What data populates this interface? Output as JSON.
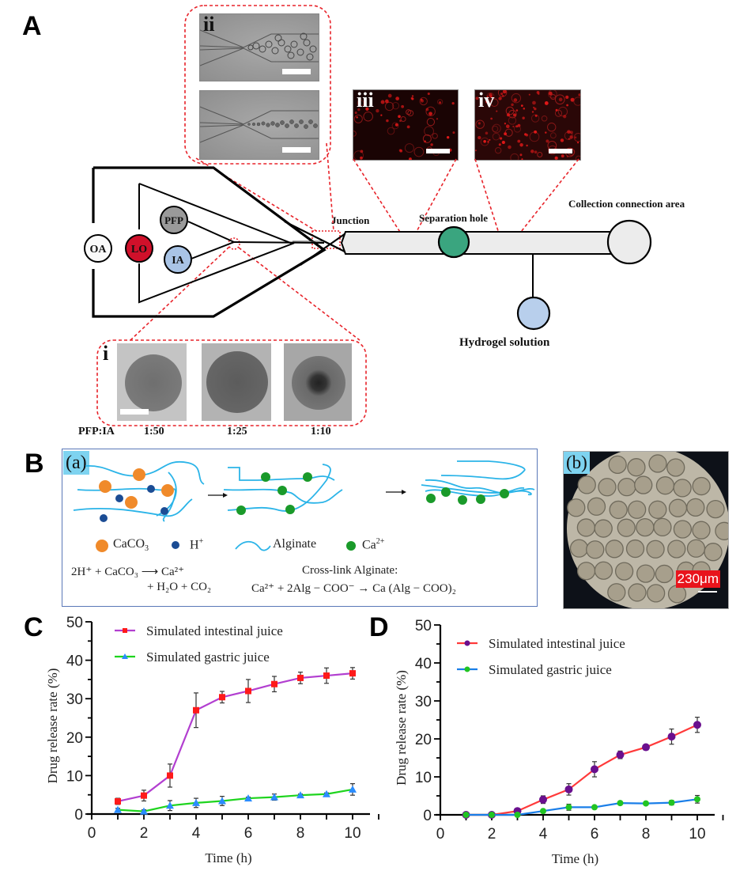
{
  "panels": {
    "A": {
      "letter": "A",
      "micrographs": {
        "ii": {
          "label": "ii"
        },
        "iii": {
          "label": "iii"
        },
        "iv": {
          "label": "iv"
        },
        "i": {
          "label": "i",
          "ratio_label": "PFP:IA",
          "ratios": [
            "1:50",
            "1:25",
            "1:10"
          ]
        }
      },
      "inlets": {
        "OA": "OA",
        "LO": "LO",
        "PFP": "PFP",
        "IA": "IA"
      },
      "labels": {
        "junction": "Junction",
        "separation_hole": "Separation hole",
        "collection": "Collection connection area",
        "hydrogel": "Hydrogel solution"
      },
      "colors": {
        "LO": "#d0102a",
        "PFP": "#9a9a9a",
        "IA": "#a9c4e6",
        "separation": "#3aa57f",
        "hydrogel": "#b8cfec",
        "channel": "#ececec",
        "zoom_box": "#e8232a"
      }
    },
    "B": {
      "letter": "B",
      "a": {
        "tag": "(a)",
        "legend": [
          {
            "name": "CaCO3",
            "label": "CaCO",
            "sub": "3",
            "color": "#f08a2a"
          },
          {
            "name": "H+",
            "label": "H",
            "sup": "+",
            "color": "#1b4c94"
          },
          {
            "name": "Alginate",
            "label": "Alginate",
            "color": "#2bb4e8"
          },
          {
            "name": "Ca2+",
            "label": "Ca",
            "sup": "2+",
            "color": "#1a9a2a"
          }
        ],
        "reaction1_line1": "2H⁺ + CaCO₃ ⟶ Ca²⁺",
        "reaction1_line2": "+ H₂O + CO₂",
        "reaction2_title": "Cross-link Alginate:",
        "reaction2": "Ca²⁺ + 2Alg − COO⁻ → Ca (Alg − COO)₂"
      },
      "b": {
        "tag": "(b)",
        "scale_label": "230μm"
      }
    },
    "C": {
      "letter": "C"
    },
    "D": {
      "letter": "D"
    }
  },
  "chart_data": [
    {
      "type": "line",
      "panel": "C",
      "title": "",
      "xlabel": "Time (h)",
      "ylabel": "Drug release rate (%)",
      "xlim": [
        0,
        10
      ],
      "ylim": [
        0,
        50
      ],
      "xticks": [
        0,
        2,
        4,
        6,
        8,
        10
      ],
      "yticks": [
        0,
        10,
        20,
        30,
        40,
        50
      ],
      "grid": false,
      "legend_position": "top-left",
      "x": [
        1,
        2,
        3,
        4,
        5,
        6,
        7,
        8,
        9,
        10
      ],
      "series": [
        {
          "name": "Simulated intestinal juice",
          "line_color": "#b23fd0",
          "marker_color": "#ff1a1a",
          "marker": "square",
          "values": [
            3.3,
            4.8,
            10.0,
            27.0,
            30.4,
            32.0,
            33.8,
            35.4,
            36.0,
            36.6
          ],
          "errors": [
            0.8,
            1.4,
            3.0,
            4.5,
            1.5,
            3.0,
            2.0,
            1.5,
            2.0,
            1.5
          ]
        },
        {
          "name": "Simulated gastric juice",
          "line_color": "#1ed41e",
          "marker_color": "#2a8cff",
          "marker": "triangle",
          "values": [
            1.1,
            0.7,
            2.2,
            2.9,
            3.4,
            4.1,
            4.4,
            4.9,
            5.2,
            6.4
          ],
          "errors": [
            0.4,
            0.4,
            1.3,
            1.2,
            1.2,
            0.3,
            0.8,
            0.3,
            0.3,
            1.5
          ]
        }
      ]
    },
    {
      "type": "line",
      "panel": "D",
      "title": "",
      "xlabel": "Time (h)",
      "ylabel": "Drug release rate (%)",
      "xlim": [
        0,
        10
      ],
      "ylim": [
        0,
        50
      ],
      "xticks": [
        0,
        2,
        4,
        6,
        8,
        10
      ],
      "yticks": [
        0,
        10,
        20,
        30,
        40,
        50
      ],
      "grid": false,
      "legend_position": "top-left",
      "x": [
        1,
        2,
        3,
        4,
        5,
        6,
        7,
        8,
        9,
        10
      ],
      "series": [
        {
          "name": "Simulated intestinal juice",
          "line_color": "#ff3a3a",
          "marker_color": "#6a0f8e",
          "marker": "circle",
          "values": [
            0.0,
            0.0,
            1.0,
            4.0,
            6.7,
            12.0,
            15.8,
            17.8,
            20.6,
            23.7
          ],
          "errors": [
            0.0,
            0.0,
            0.4,
            1.0,
            1.5,
            2.0,
            1.0,
            0.3,
            2.0,
            2.0
          ]
        },
        {
          "name": "Simulated gastric juice",
          "line_color": "#1a7ee8",
          "marker_color": "#22c422",
          "marker": "circle",
          "values": [
            0.0,
            0.0,
            0.0,
            1.0,
            2.0,
            2.0,
            3.1,
            3.0,
            3.2,
            4.1
          ],
          "errors": [
            0.0,
            0.0,
            0.0,
            0.3,
            0.8,
            0.3,
            0.2,
            0.2,
            0.6,
            1.0
          ]
        }
      ]
    }
  ]
}
